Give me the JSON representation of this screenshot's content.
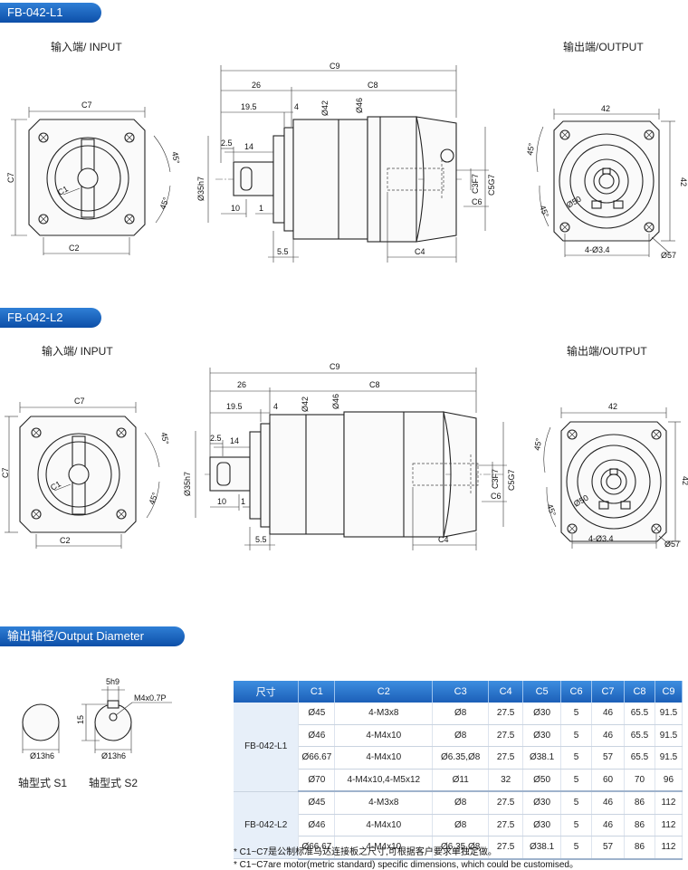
{
  "section1": {
    "tag": "FB-042-L1",
    "input_label": "输入端/ INPUT",
    "output_label": "输出端/OUTPUT"
  },
  "section2": {
    "tag": "FB-042-L2",
    "input_label": "输入端/ INPUT",
    "output_label": "输出端/OUTPUT"
  },
  "section3": {
    "tag": "输出轴径/Output Diameter",
    "s1_label": "轴型式 S1",
    "s2_label": "轴型式 S2"
  },
  "dims": {
    "c1": "C1",
    "c2": "C2",
    "c3": "C3F7",
    "c4": "C4",
    "c5": "C5G7",
    "c6": "C6",
    "c7": "C7",
    "c8": "C8",
    "c9": "C9",
    "a45": "45°",
    "d42": "Ø42",
    "d46": "Ø46",
    "d35": "Ø35h7",
    "n26": "26",
    "n195": "19.5",
    "n4": "4",
    "n25": "2.5",
    "n14": "14",
    "n10": "10",
    "n1": "1",
    "n55": "5.5",
    "n42": "42",
    "d50": "Ø50",
    "holes": "4-Ø3.4",
    "d57": "Ø57",
    "s_d13": "Ø13h6",
    "s_15": "15",
    "s_5": "5h9",
    "s_m4": "M4x0.7P"
  },
  "table": {
    "headers": [
      "尺寸",
      "C1",
      "C2",
      "C3",
      "C4",
      "C5",
      "C6",
      "C7",
      "C8",
      "C9"
    ],
    "groups": [
      {
        "model": "FB-042-L1",
        "rows": [
          [
            "Ø45",
            "4-M3x8",
            "Ø8",
            "27.5",
            "Ø30",
            "5",
            "46",
            "65.5",
            "91.5"
          ],
          [
            "Ø46",
            "4-M4x10",
            "Ø8",
            "27.5",
            "Ø30",
            "5",
            "46",
            "65.5",
            "91.5"
          ],
          [
            "Ø66.67",
            "4-M4x10",
            "Ø6.35,Ø8",
            "27.5",
            "Ø38.1",
            "5",
            "57",
            "65.5",
            "91.5"
          ],
          [
            "Ø70",
            "4-M4x10,4-M5x12",
            "Ø11",
            "32",
            "Ø50",
            "5",
            "60",
            "70",
            "96"
          ]
        ]
      },
      {
        "model": "FB-042-L2",
        "rows": [
          [
            "Ø45",
            "4-M3x8",
            "Ø8",
            "27.5",
            "Ø30",
            "5",
            "46",
            "86",
            "112"
          ],
          [
            "Ø46",
            "4-M4x10",
            "Ø8",
            "27.5",
            "Ø30",
            "5",
            "46",
            "86",
            "112"
          ],
          [
            "Ø66.67",
            "4-M4x10",
            "Ø6.35,Ø8",
            "27.5",
            "Ø38.1",
            "5",
            "57",
            "86",
            "112"
          ]
        ]
      }
    ]
  },
  "notes": [
    "* C1~C7是公制标准马达连接板之尺寸,可根据客户要求单独定做。",
    "* C1~C7are motor(metric standard)  specific dimensions, which could be customised。"
  ]
}
